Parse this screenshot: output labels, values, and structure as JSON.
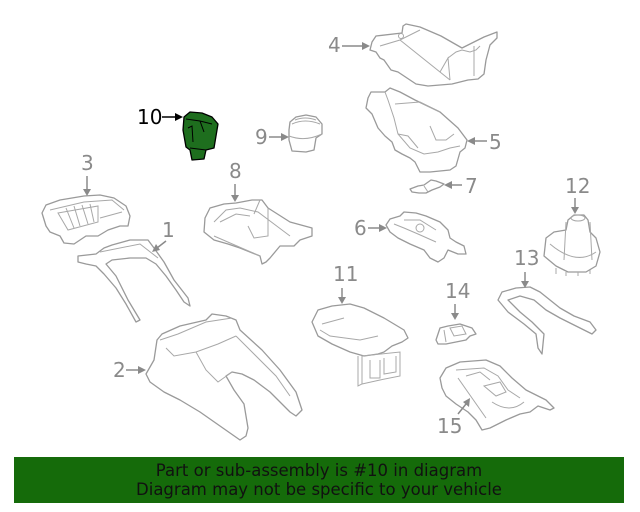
{
  "diagram": {
    "highlighted_part": "10",
    "highlight_color": "#1e6e1e",
    "callouts": [
      {
        "id": "1",
        "label": "1"
      },
      {
        "id": "2",
        "label": "2"
      },
      {
        "id": "3",
        "label": "3"
      },
      {
        "id": "4",
        "label": "4"
      },
      {
        "id": "5",
        "label": "5"
      },
      {
        "id": "6",
        "label": "6"
      },
      {
        "id": "7",
        "label": "7"
      },
      {
        "id": "8",
        "label": "8"
      },
      {
        "id": "9",
        "label": "9"
      },
      {
        "id": "10",
        "label": "10"
      },
      {
        "id": "11",
        "label": "11"
      },
      {
        "id": "12",
        "label": "12"
      },
      {
        "id": "13",
        "label": "13"
      },
      {
        "id": "14",
        "label": "14"
      },
      {
        "id": "15",
        "label": "15"
      }
    ]
  },
  "banner": {
    "line1": "Part or sub-assembly is #10 in diagram",
    "line2": "Diagram may not be specific to your vehicle",
    "background": "#156b0a"
  }
}
